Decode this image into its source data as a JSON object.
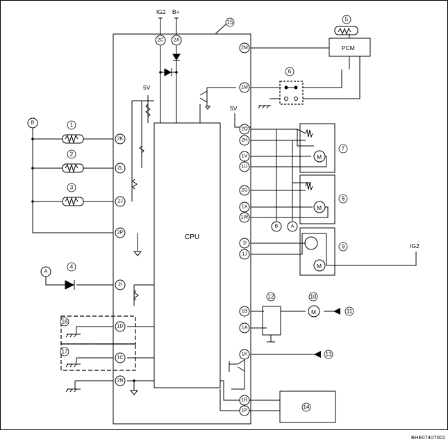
{
  "labels": {
    "ig2_top": "IG2",
    "bplus": "B+",
    "ig2_right": "IG2",
    "five_v_left": "5V",
    "five_v_right": "5V",
    "cpu": "CPU",
    "pcm": "PCM",
    "ref_code": "BHE0740T001"
  },
  "pins": {
    "p2C": "2C",
    "p2A": "2A",
    "p2M": "2M",
    "p1M": "1M",
    "p2O": "2O",
    "p2H": "2H",
    "p1V": "1V",
    "p1U": "1U",
    "p2G": "2G",
    "p1X": "1X",
    "p1W": "1W",
    "p1I": "1I",
    "p1J": "1J",
    "p1B": "1B",
    "p1A": "1A",
    "p1K": "1K",
    "p1R": "1R",
    "p1P": "1P",
    "p2K": "2K",
    "p2L": "2L",
    "p2J": "2J",
    "p2P": "2P",
    "p2I": "2I",
    "p1D": "1D",
    "p1C": "1C",
    "p2N": "2N"
  },
  "connectors": {
    "b_left": "B",
    "a_left": "A",
    "b_mid": "B",
    "a_mid": "A"
  },
  "callouts": {
    "n1": "1",
    "n2": "2",
    "n3": "3",
    "n4": "4",
    "n5": "5",
    "n6": "6",
    "n7": "7",
    "n8": "8",
    "n9": "9",
    "n10": "10",
    "n11": "11",
    "n12": "12",
    "n13": "13",
    "n14": "14",
    "n15": "15",
    "n16": "16",
    "n17": "17"
  }
}
